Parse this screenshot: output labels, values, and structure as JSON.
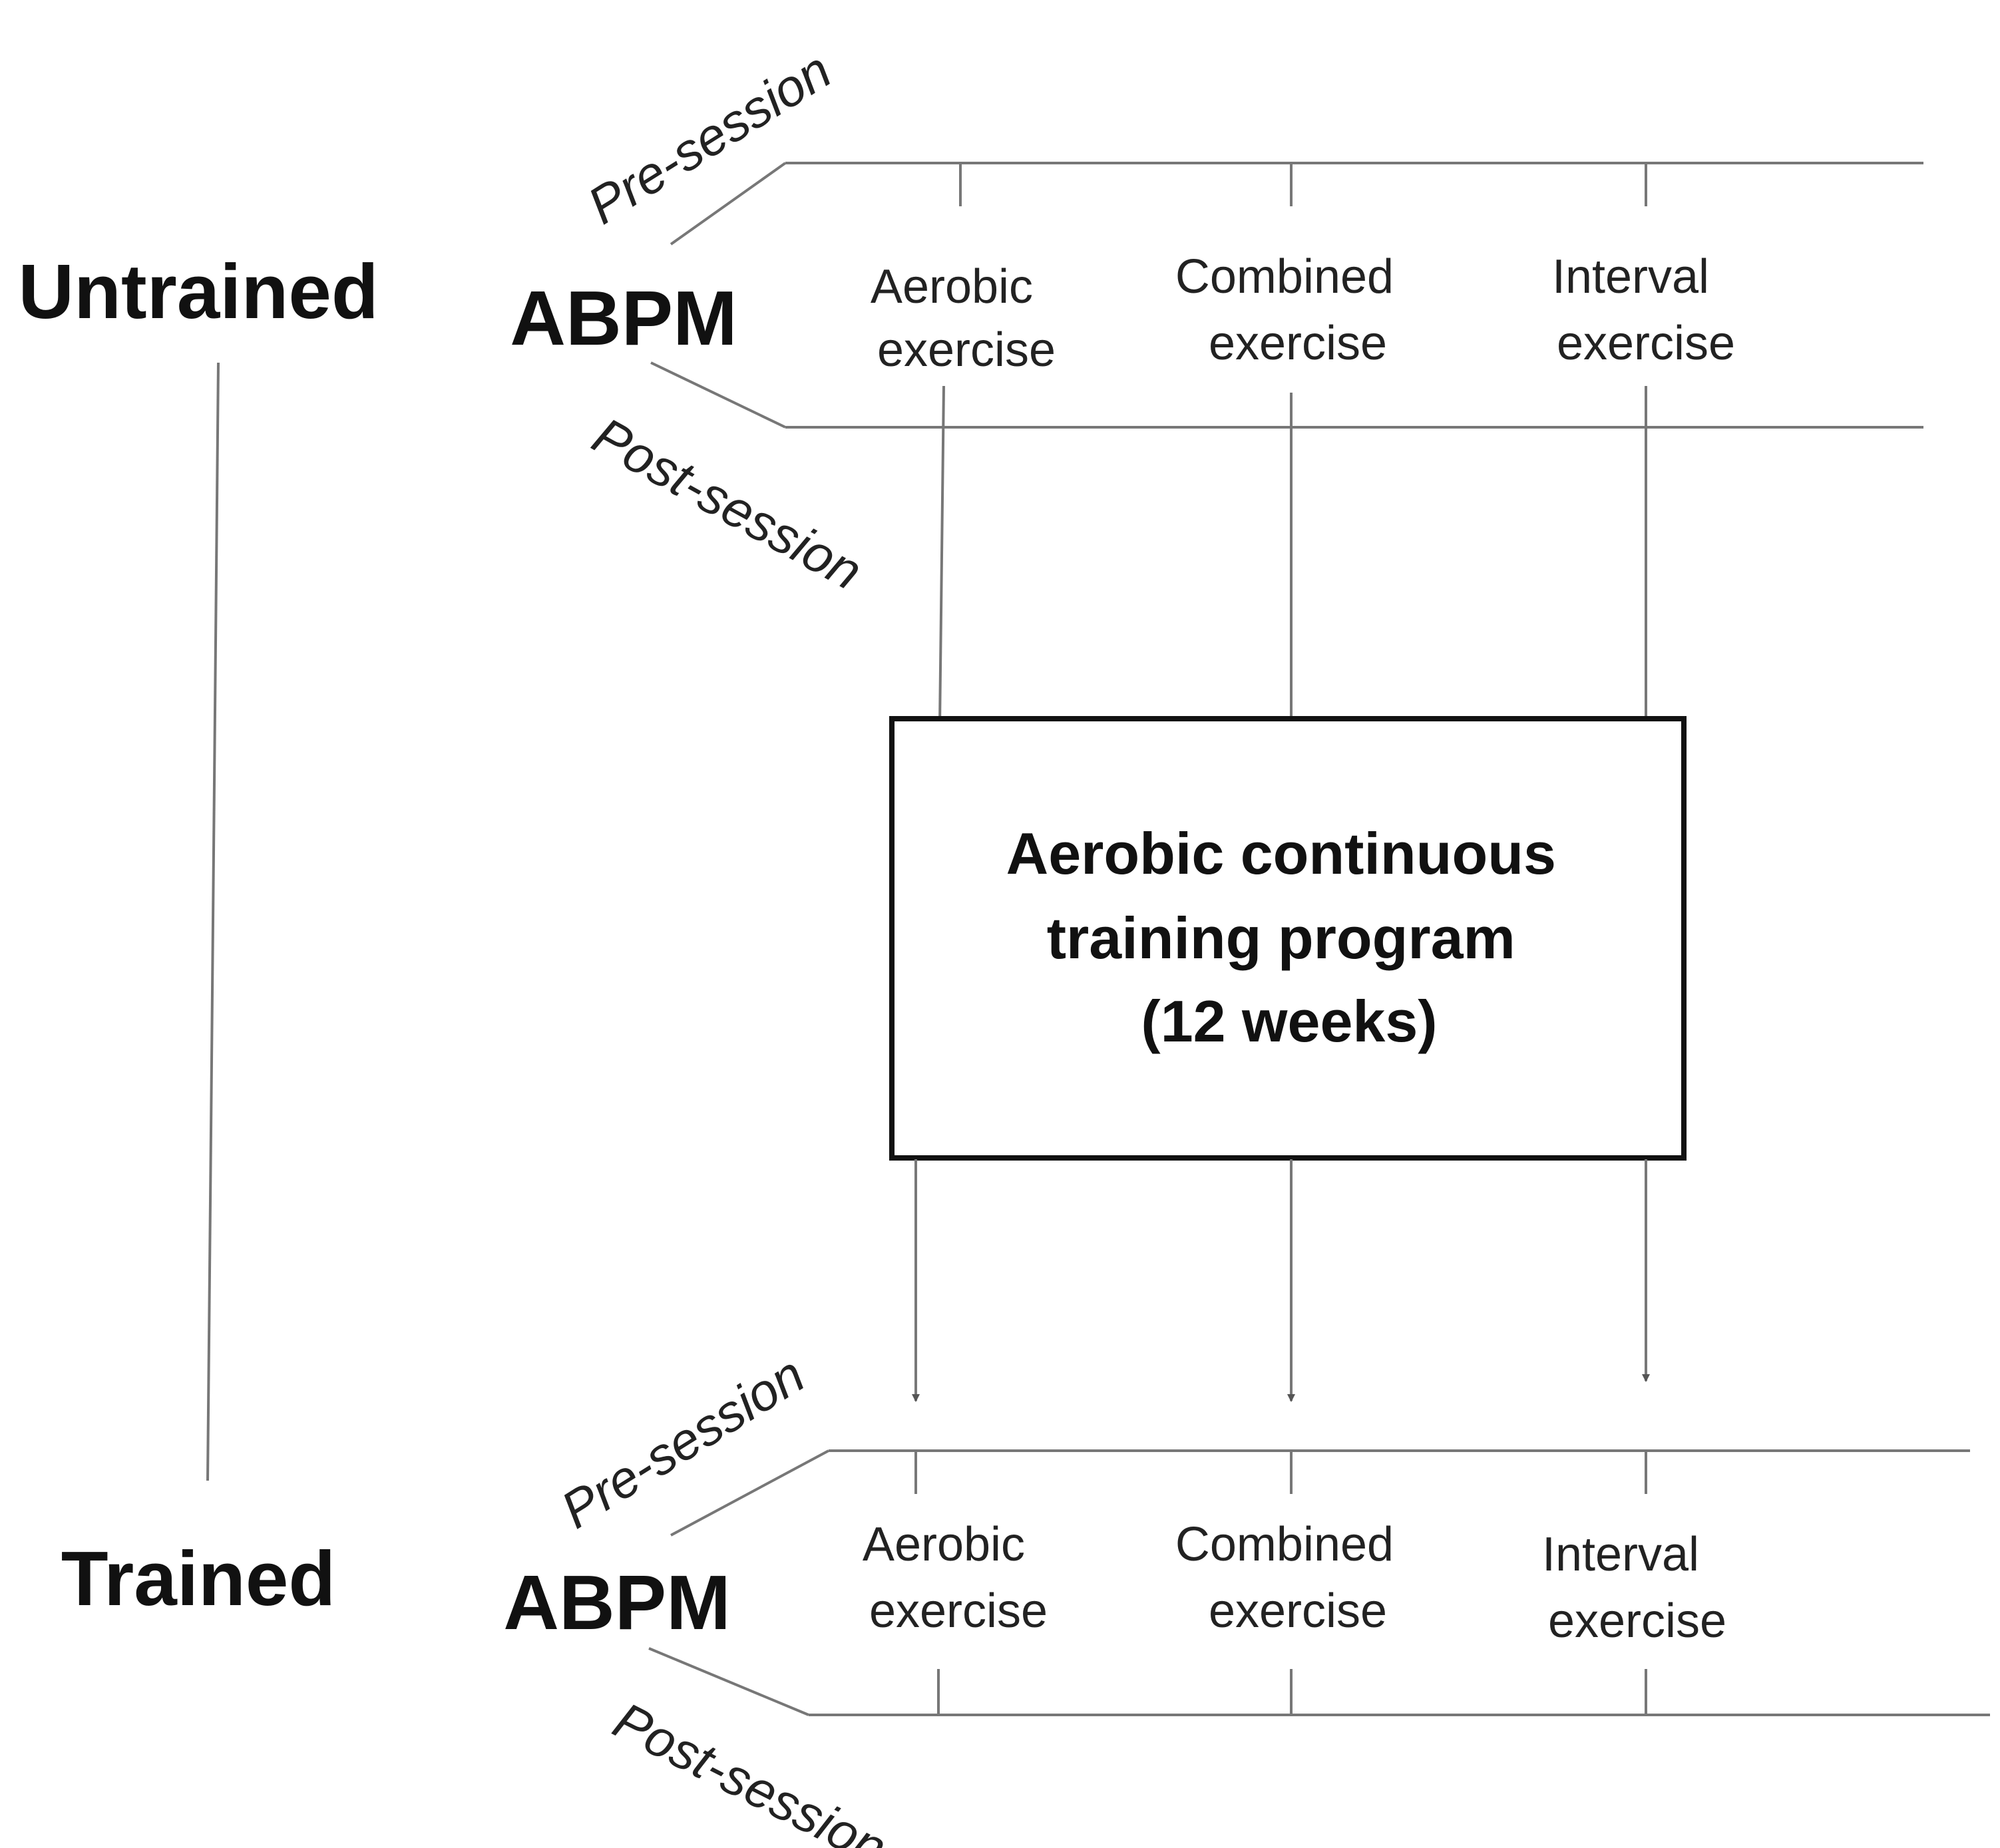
{
  "groups": {
    "untrained": "Untrained",
    "trained": "Trained"
  },
  "abpm": "ABPM",
  "sessions": {
    "pre": "Pre-session",
    "post": "Post-session"
  },
  "exercises": {
    "aerobic": [
      "Aerobic",
      "exercise"
    ],
    "combined": [
      "Combined",
      "exercise"
    ],
    "interval": [
      "Interval",
      "exercise"
    ]
  },
  "program": {
    "lines": [
      "Aerobic continuous",
      "training program",
      "(12 weeks)"
    ]
  }
}
